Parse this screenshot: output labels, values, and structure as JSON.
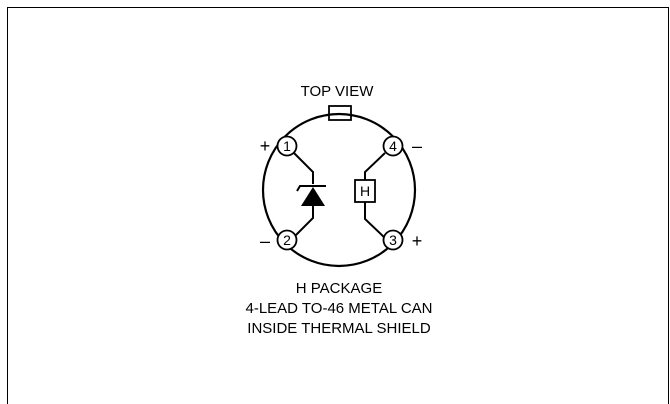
{
  "diagram": {
    "view_label": "TOP VIEW",
    "pins": [
      {
        "number": "1",
        "polarity": "+"
      },
      {
        "number": "2",
        "polarity": "–"
      },
      {
        "number": "3",
        "polarity": "+"
      },
      {
        "number": "4",
        "polarity": "–"
      }
    ],
    "heater_label": "H",
    "caption_lines": [
      "H PACKAGE",
      "4-LEAD TO-46 METAL CAN",
      "INSIDE THERMAL SHIELD"
    ]
  }
}
